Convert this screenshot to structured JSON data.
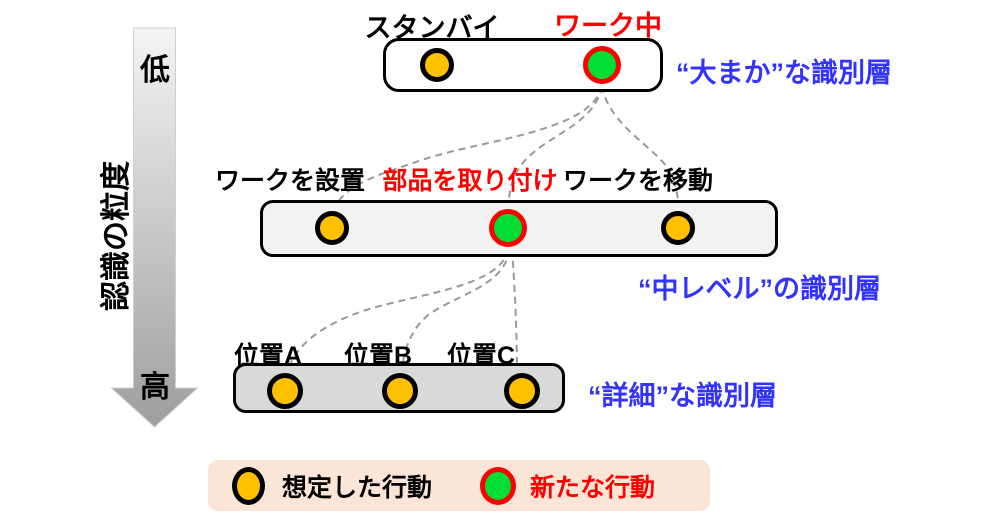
{
  "axis": {
    "label": "認識の粒度",
    "top_label": "低",
    "bottom_label": "高"
  },
  "levels": {
    "coarse": {
      "layer_label": "“大まか”な識別層",
      "nodes": [
        {
          "label": "スタンバイ",
          "type": "expected"
        },
        {
          "label": "ワーク中",
          "type": "new"
        }
      ]
    },
    "mid": {
      "layer_label": "“中レベル”の識別層",
      "nodes": [
        {
          "label": "ワークを設置",
          "type": "expected"
        },
        {
          "label": "部品を取り付け",
          "type": "new"
        },
        {
          "label": "ワークを移動",
          "type": "expected"
        }
      ]
    },
    "fine": {
      "layer_label": "“詳細”な識別層",
      "nodes": [
        {
          "label": "位置A",
          "type": "expected"
        },
        {
          "label": "位置B",
          "type": "expected"
        },
        {
          "label": "位置C",
          "type": "expected"
        }
      ]
    }
  },
  "legend": {
    "expected": {
      "label": "想定した行動"
    },
    "new": {
      "label": "新たな行動"
    }
  },
  "colors": {
    "expected_fill": "#FFC000",
    "expected_border": "#000000",
    "new_fill": "#00DD33",
    "new_border": "#FF0000",
    "highlight_text": "#FF0000",
    "layer_label_text": "#3333FF",
    "legend_bg": "#FBE5D6",
    "connector": "#999999",
    "arrow_gradient_top": "#f4f4f4",
    "arrow_gradient_bottom": "#9e9e9e"
  }
}
